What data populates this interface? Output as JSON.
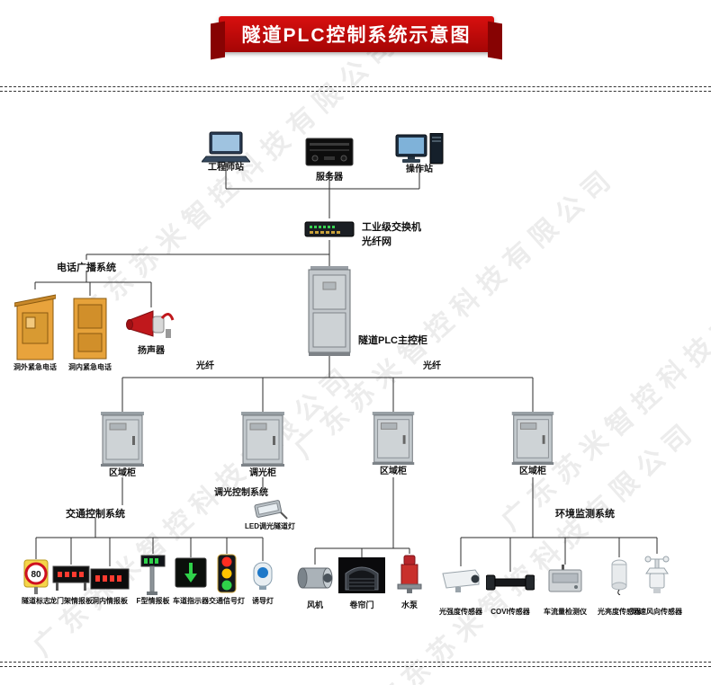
{
  "title": "隧道PLC控制系统示意图",
  "watermark": "广东苏米智控科技有限公司",
  "stations": {
    "engineer": "工程师站",
    "server": "服务器",
    "operator": "操作站"
  },
  "network": {
    "switch": "工业级交换机",
    "fiber_net": "光纤网",
    "fiber_left": "光纤",
    "fiber_right": "光纤"
  },
  "main_cabinet": "隧道PLC主控柜",
  "phone_system": {
    "title": "电话广播系统",
    "outdoor_phone": "洞外紧急电话",
    "indoor_phone": "洞内紧急电话",
    "speaker": "扬声器"
  },
  "cabinets": {
    "area1": "区域柜",
    "dimming": "调光柜",
    "area2": "区域柜",
    "area3": "区域柜"
  },
  "dimming_system": {
    "title": "调光控制系统",
    "light": "LED调光隧道灯"
  },
  "traffic_system": {
    "title": "交通控制系统",
    "sign_value": "80",
    "items": [
      "隧道标志",
      "龙门架情报板",
      "洞内情报板",
      "F型情报板",
      "车道指示器",
      "交通信号灯",
      "诱导灯"
    ]
  },
  "equipment": {
    "fan": "风机",
    "roll_door": "卷帘门",
    "pump": "水泵"
  },
  "environment_system": {
    "title": "环境监测系统",
    "items": [
      "光强度传感器",
      "COVI传感器",
      "车流量检测仪",
      "光亮度传感器",
      "风速风向传感器"
    ]
  }
}
